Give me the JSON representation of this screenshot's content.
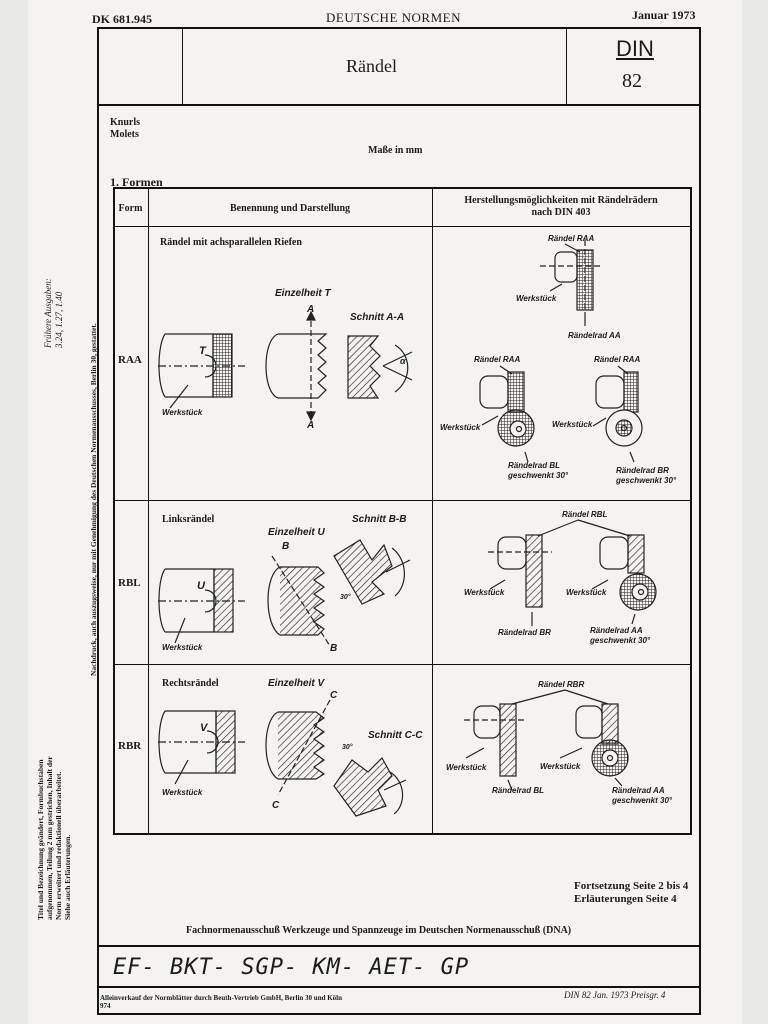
{
  "header": {
    "dk": "DK 681.945",
    "standards_body": "DEUTSCHE NORMEN",
    "date": "Januar 1973"
  },
  "title_block": {
    "title": "Rändel",
    "din_label": "DIN",
    "din_number": "82"
  },
  "subtitles": [
    "Knurls",
    "Molets"
  ],
  "dimensions_note": "Maße in mm",
  "section_title": "1. Formen",
  "table": {
    "headers": {
      "form": "Form",
      "naming": "Benennung und Darstellung",
      "manufacture_line1": "Herstellungsmöglichkeiten mit Rändelrädern",
      "manufacture_line2": "nach DIN 403"
    },
    "rows": [
      {
        "code": "RAA",
        "title": "Rändel mit achsparallelen Riefen",
        "detail_label": "Einzelheit T",
        "detail_letter": "T",
        "section_label": "Schnitt A-A",
        "section_letter": "A",
        "workpiece": "Werkstück",
        "angle": "α",
        "wheel_top": "Rändel RAA",
        "workpiece_right": "Werkstück",
        "wheel_aa": "Rändelrad AA",
        "left_knurl": "Rändel RAA",
        "right_knurl": "Rändel RAA",
        "wheel_bl": "Rändelrad BL",
        "wheel_bl_note": "geschwenkt 30°",
        "wheel_br": "Rändelrad BR",
        "wheel_br_note": "geschwenkt 30°"
      },
      {
        "code": "RBL",
        "title": "Linksrändel",
        "detail_label": "Einzelheit U",
        "detail_letter": "U",
        "section_label": "Schnitt B-B",
        "section_letter": "B",
        "workpiece": "Werkstück",
        "angle": "30°",
        "knurl_label": "Rändel RBL",
        "wheel_left": "Rändelrad BR",
        "wheel_right": "Rändelrad AA",
        "wheel_right_note": "geschwenkt 30°"
      },
      {
        "code": "RBR",
        "title": "Rechtsrändel",
        "detail_label": "Einzelheit V",
        "detail_letter": "V",
        "section_label": "Schnitt C-C",
        "section_letter": "C",
        "workpiece": "Werkstück",
        "angle": "30°",
        "knurl_label": "Rändel RBR",
        "wheel_left": "Rändelrad BL",
        "wheel_right": "Rändelrad AA",
        "wheel_right_note": "geschwenkt 30°"
      }
    ]
  },
  "continuation": [
    "Fortsetzung Seite 2 bis 4",
    "Erläuterungen Seite 4"
  ],
  "committee": "Fachnormenausschuß Werkzeuge und Spannzeuge im Deutschen Normenausschuß (DNA)",
  "handwritten": "EF- BKT- SGP- KM- AET- GP",
  "footer": {
    "sales_line1": "Alleinverkauf der Normblätter durch Beuth-Vertrieb GmbH, Berlin 30 und Köln",
    "sales_line2": "974",
    "right": "DIN 82  Jan. 1973  Preisgr. 4"
  },
  "side_notes": {
    "reprint": "Nachdruck, auch auszugsweise, nur mit Genehmigung des Deutschen Normenausschusses, Berlin 30, gestattet.",
    "earlier_line1": "Frühere Ausgaben:",
    "earlier_line2": "3.24, 1.27, 1.40",
    "changes_line1": "Titel und Bezeichnung geändert, Formbuchstaben",
    "changes_line2": "aufgenommen, Teilung 2 mm gestrichen, Inhalt der",
    "changes_line3": "Norm erweitert und redaktionell überarbeitet.",
    "changes_line4": "Siehe auch Erläuterungen."
  }
}
